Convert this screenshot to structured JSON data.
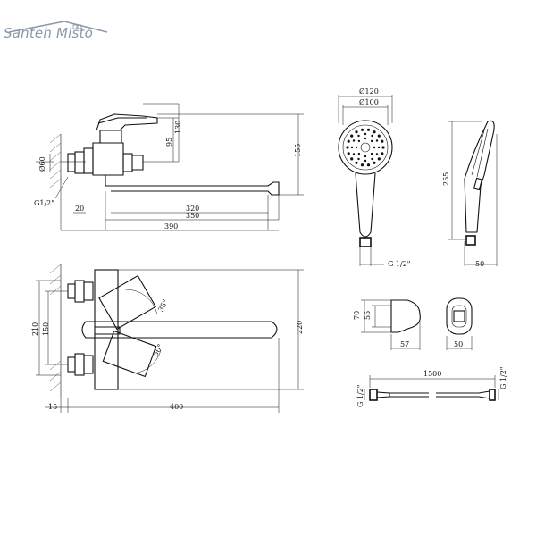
{
  "brand": {
    "name": "Santeh Misto",
    "color": "#8a97ac"
  },
  "front_view": {
    "dims": {
      "d60": "Ø60",
      "g12": "G1/2\"",
      "d20": "20",
      "d95": "95",
      "d130": "130",
      "d155": "155",
      "d320": "320",
      "d350": "350",
      "d390": "390"
    }
  },
  "top_view": {
    "dims": {
      "d210": "210",
      "d150": "150",
      "d220": "220",
      "a35": "35°",
      "a50": "50°",
      "d15": "15",
      "d400": "400"
    }
  },
  "hand_shower": {
    "dims": {
      "d120": "Ø120",
      "d100": "Ø100",
      "g12": "G 1/2\"",
      "d255": "255",
      "d50": "50"
    }
  },
  "holder": {
    "dims": {
      "d70": "70",
      "d55": "55",
      "d57": "57",
      "d50": "50"
    }
  },
  "hose": {
    "dims": {
      "d1500": "1500",
      "g_left": "G 1/2\"",
      "g_right": "G 1/2\""
    }
  }
}
